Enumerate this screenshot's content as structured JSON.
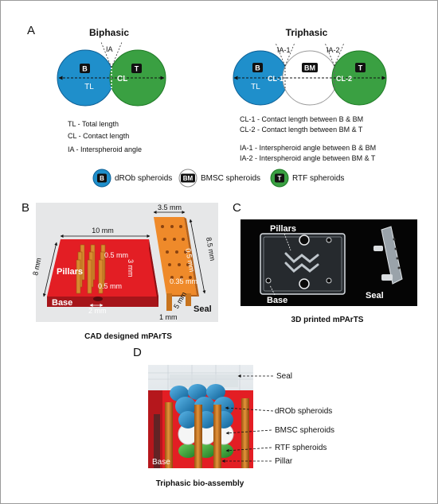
{
  "panel_a": {
    "letter": "A",
    "biphasic": {
      "title": "Biphasic",
      "ia": "IA",
      "left_badge": "B",
      "right_badge": "T",
      "tl": "TL",
      "cl": "CL",
      "legend": [
        "TL - Total length",
        "CL - Contact length",
        "IA - Interspheroid angle"
      ]
    },
    "triphasic": {
      "title": "Triphasic",
      "ia1": "IA-1",
      "ia2": "IA-2",
      "left_badge": "B",
      "mid_badge": "BM",
      "right_badge": "T",
      "tl": "TL",
      "cl1": "CL-1",
      "cl2": "CL-2",
      "legend": [
        "CL-1 - Contact length between B & BM",
        "CL-2 - Contact length between BM & T",
        "IA-1 - Interspheroid angle between B & BM",
        "IA-2 - Interspheroid angle between BM & T"
      ]
    },
    "key": [
      {
        "badge": "B",
        "label": "dROb spheroids",
        "color": "#1f8fcb"
      },
      {
        "badge": "BM",
        "label": "BMSC spheroids",
        "color": "#ffffff"
      },
      {
        "badge": "T",
        "label": "RTF spheroids",
        "color": "#3aa042"
      }
    ]
  },
  "panel_b": {
    "letter": "B",
    "caption": "CAD designed mPArTS",
    "labels": {
      "width_base": "10 mm",
      "height_base": "8 mm",
      "pillar_spacing": "0.5 mm",
      "pillar_height": "3 mm",
      "pillar_diam": "0.5 mm",
      "hole": "2 mm",
      "pillars": "Pillars",
      "base": "Base",
      "seal_width": "3.5 mm",
      "seal_length": "8.5 mm",
      "seal_hole1": "0.5 mm",
      "seal_hole2": "0.35 mm",
      "seal_foot1": "1 mm",
      "seal_foot2": "5 mm",
      "seal": "Seal"
    }
  },
  "panel_c": {
    "letter": "C",
    "caption": "3D printed mPArTS",
    "pillars": "Pillars",
    "base": "Base",
    "seal": "Seal"
  },
  "panel_d": {
    "letter": "D",
    "caption": "Triphasic bio-assembly",
    "base": "Base",
    "labels": [
      "Seal",
      "dROb spheroids",
      "BMSC spheroids",
      "RTF spheroids",
      "Pillar"
    ]
  },
  "colors": {
    "blue": "#1f8fcb",
    "green": "#3aa042",
    "red": "#e31e24",
    "orange": "#e67e22",
    "pillar": "#c8741e"
  }
}
